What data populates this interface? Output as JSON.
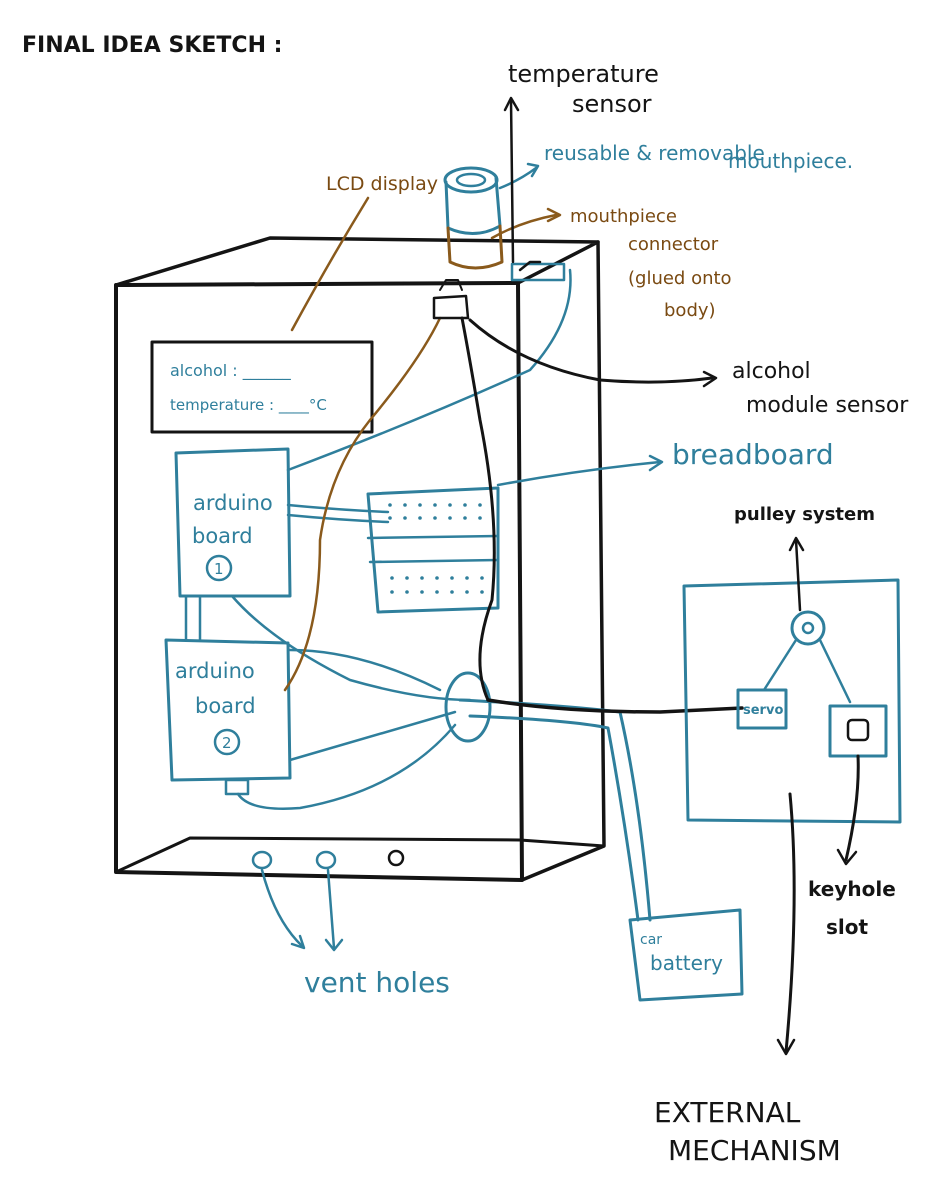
{
  "title": "FINAL IDEA SKETCH :",
  "labels": {
    "temperature_sensor": [
      "temperature",
      "sensor"
    ],
    "mouthpiece": [
      "reusable & removable",
      "mouthpiece."
    ],
    "lcd_display": "LCD display",
    "connector": [
      "mouthpiece",
      "connector",
      "(glued onto",
      "body)"
    ],
    "alcohol_module": [
      "alcohol",
      "module sensor"
    ],
    "breadboard": "breadboard",
    "pulley_system": "pulley system",
    "keyhole_slot": [
      "keyhole",
      "slot"
    ],
    "vent_holes": "vent holes",
    "external_mechanism": [
      "EXTERNAL",
      "MECHANISM"
    ],
    "car_battery": [
      "car",
      "battery"
    ],
    "servo": "servo"
  },
  "lcd": {
    "line1": "alcohol : ______",
    "line2": "temperature : ____°C"
  },
  "boards": {
    "board1": [
      "arduino",
      "board",
      "1"
    ],
    "board2": [
      "arduino",
      "board",
      "2"
    ]
  },
  "colors": {
    "ink_black": "#141414",
    "ink_blue": "#2f7f9c",
    "ink_brown": "#8a5a1c"
  }
}
